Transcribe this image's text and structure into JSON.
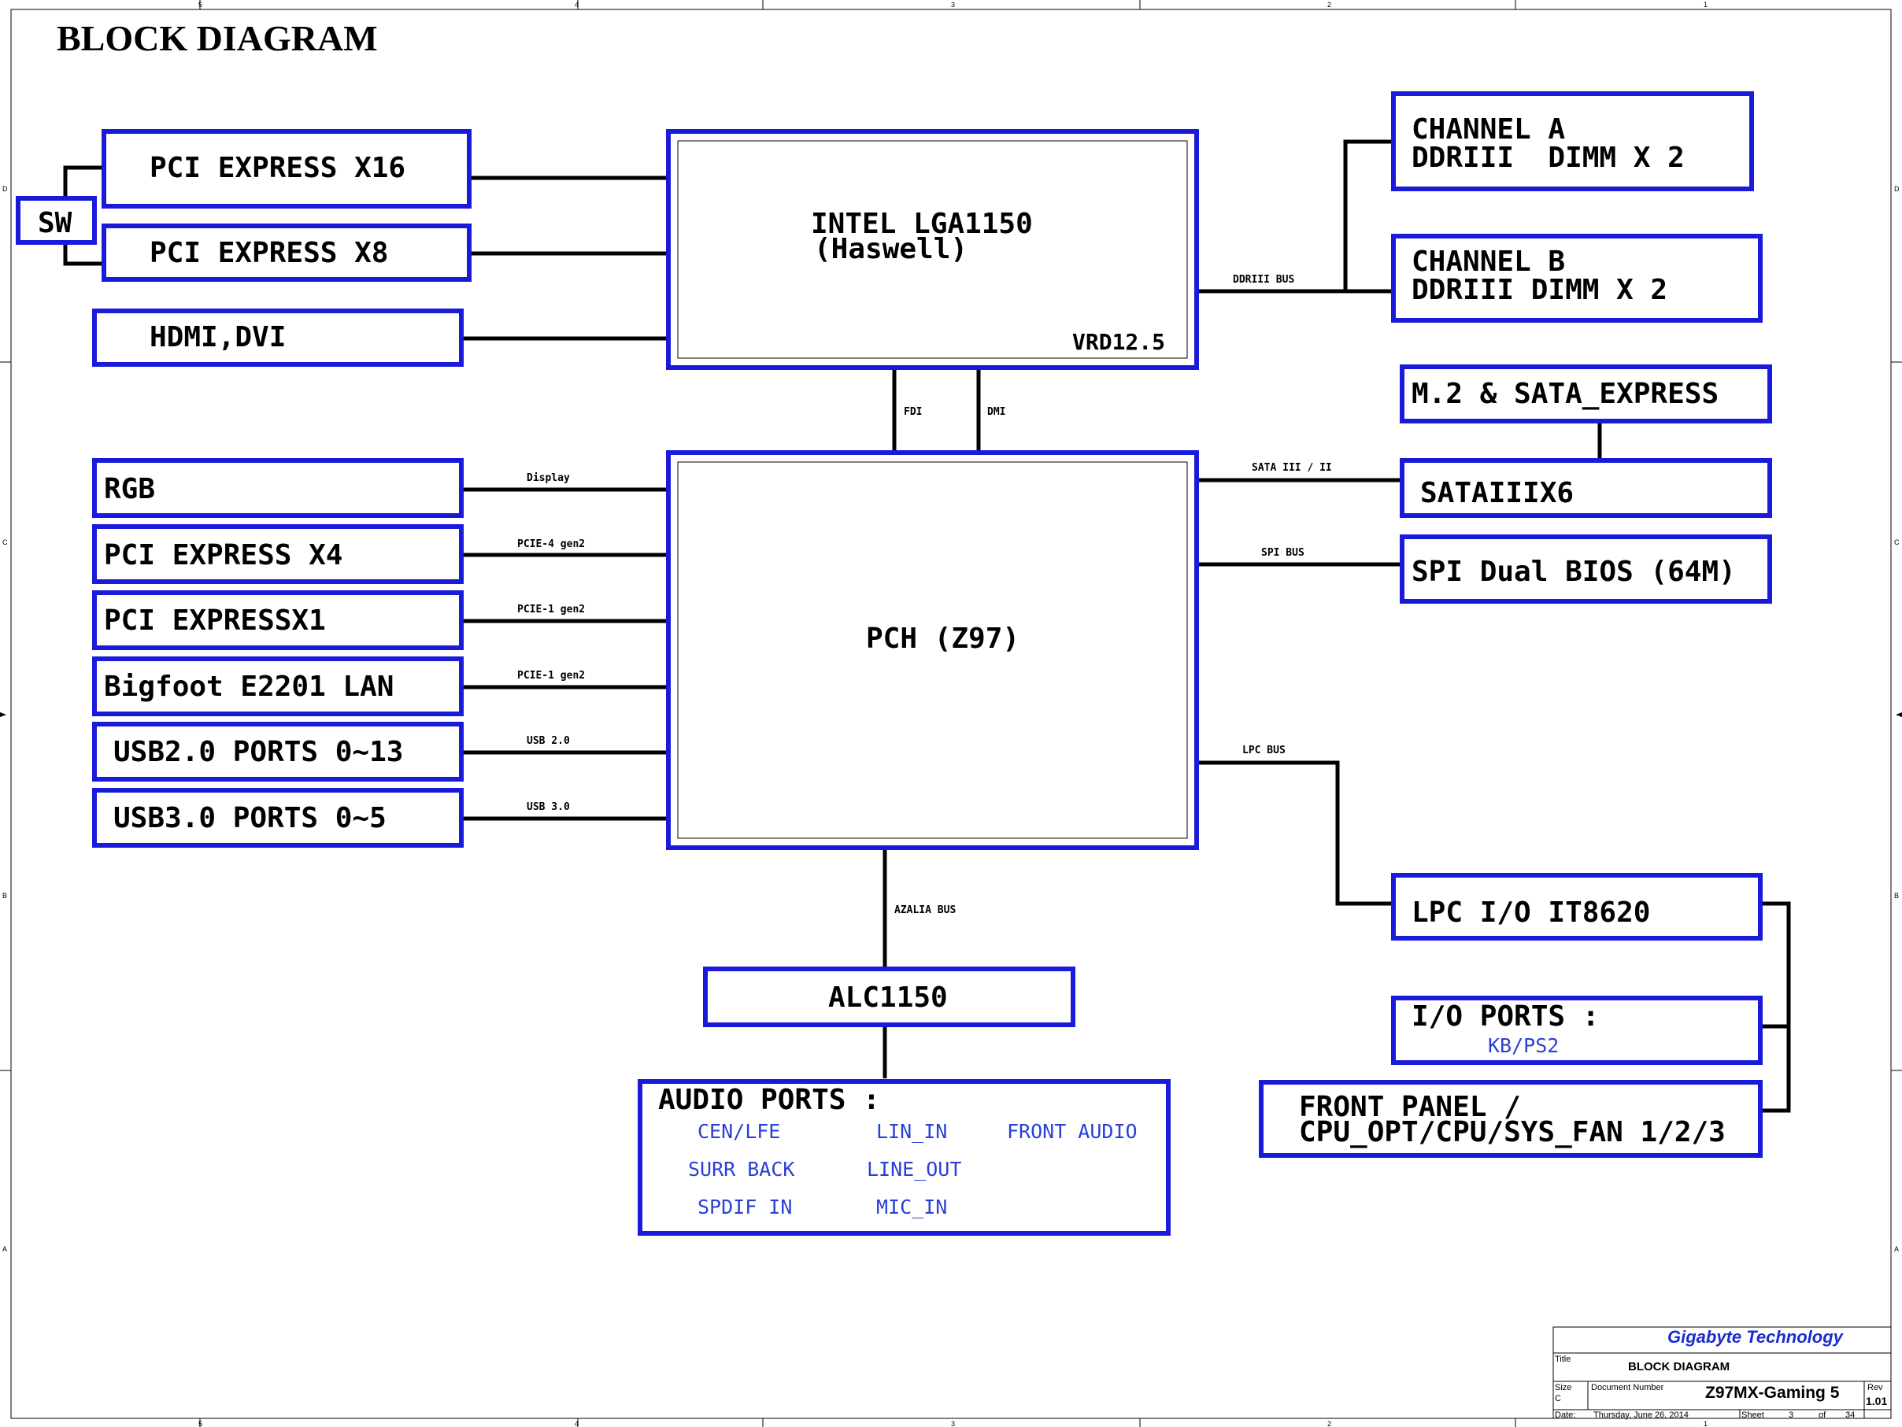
{
  "title": "BLOCK DIAGRAM",
  "colors": {
    "block_border": "#1a1adb",
    "wire": "#000000",
    "port_text": "#2a3fd6",
    "company": "#1a2ccf"
  },
  "frame": {
    "col_labels": [
      "5",
      "4",
      "3",
      "2",
      "1"
    ],
    "row_labels": [
      "D",
      "C",
      "B",
      "A"
    ]
  },
  "blocks": {
    "sw": "SW",
    "pcie_x16": "PCI EXPRESS X16",
    "pcie_x8": "PCI EXPRESS X8",
    "hdmi_dvi": "HDMI,DVI",
    "cpu": {
      "line1": "INTEL LGA1150",
      "line2": "(Haswell)",
      "vrd": "VRD12.5"
    },
    "channel_a": {
      "line1": "CHANNEL A",
      "line2": "DDRIII  DIMM X 2"
    },
    "channel_b": {
      "line1": "CHANNEL B",
      "line2": "DDRIII DIMM X 2"
    },
    "m2_sata_express": "M.2 & SATA_EXPRESS",
    "sataiiix6": "SATAIIIX6",
    "spi_bios": "SPI Dual BIOS (64M)",
    "rgb": "RGB",
    "pcie_x4": "PCI EXPRESS X4",
    "pcie_x1": "PCI EXPRESSX1",
    "lan": "Bigfoot E2201 LAN",
    "usb2": "USB2.0 PORTS 0~13",
    "usb3": "USB3.0 PORTS 0~5",
    "pch": "PCH (Z97)",
    "alc": "ALC1150",
    "audio_ports": {
      "title": "AUDIO PORTS :",
      "items": [
        "CEN/LFE",
        "LIN_IN",
        "FRONT AUDIO",
        "SURR BACK",
        "LINE_OUT",
        "SPDIF IN",
        "MIC_IN"
      ]
    },
    "lpc_io": "LPC I/O IT8620",
    "io_ports": {
      "title": "I/O PORTS :",
      "sub": "KB/PS2"
    },
    "front_panel": {
      "line1": "FRONT PANEL /",
      "line2": "CPU_OPT/CPU/SYS_FAN 1/2/3"
    }
  },
  "buses": {
    "ddriii": "DDRIII BUS",
    "fdi": "FDI",
    "dmi": "DMI",
    "display": "Display",
    "pcie4": "PCIE-4 gen2",
    "pcie1a": "PCIE-1 gen2",
    "pcie1b": "PCIE-1 gen2",
    "usb20": "USB 2.0",
    "usb30": "USB 3.0",
    "sata": "SATA III / II",
    "spi": "SPI BUS",
    "lpc": "LPC BUS",
    "azalia": "AZALIA BUS"
  },
  "title_block": {
    "company": "Gigabyte Technology",
    "title_label": "Title",
    "title_value": "BLOCK DIAGRAM",
    "size_label": "Size",
    "size_value": "C",
    "docnum_label": "Document Number",
    "docnum_value": "Z97MX-Gaming 5",
    "rev_label": "Rev",
    "rev_value": "1.01",
    "date_label": "Date:",
    "date_value": "Thursday, June 26, 2014",
    "sheet_label": "Sheet",
    "sheet_value": "3",
    "of_label": "of",
    "of_value": "34"
  }
}
